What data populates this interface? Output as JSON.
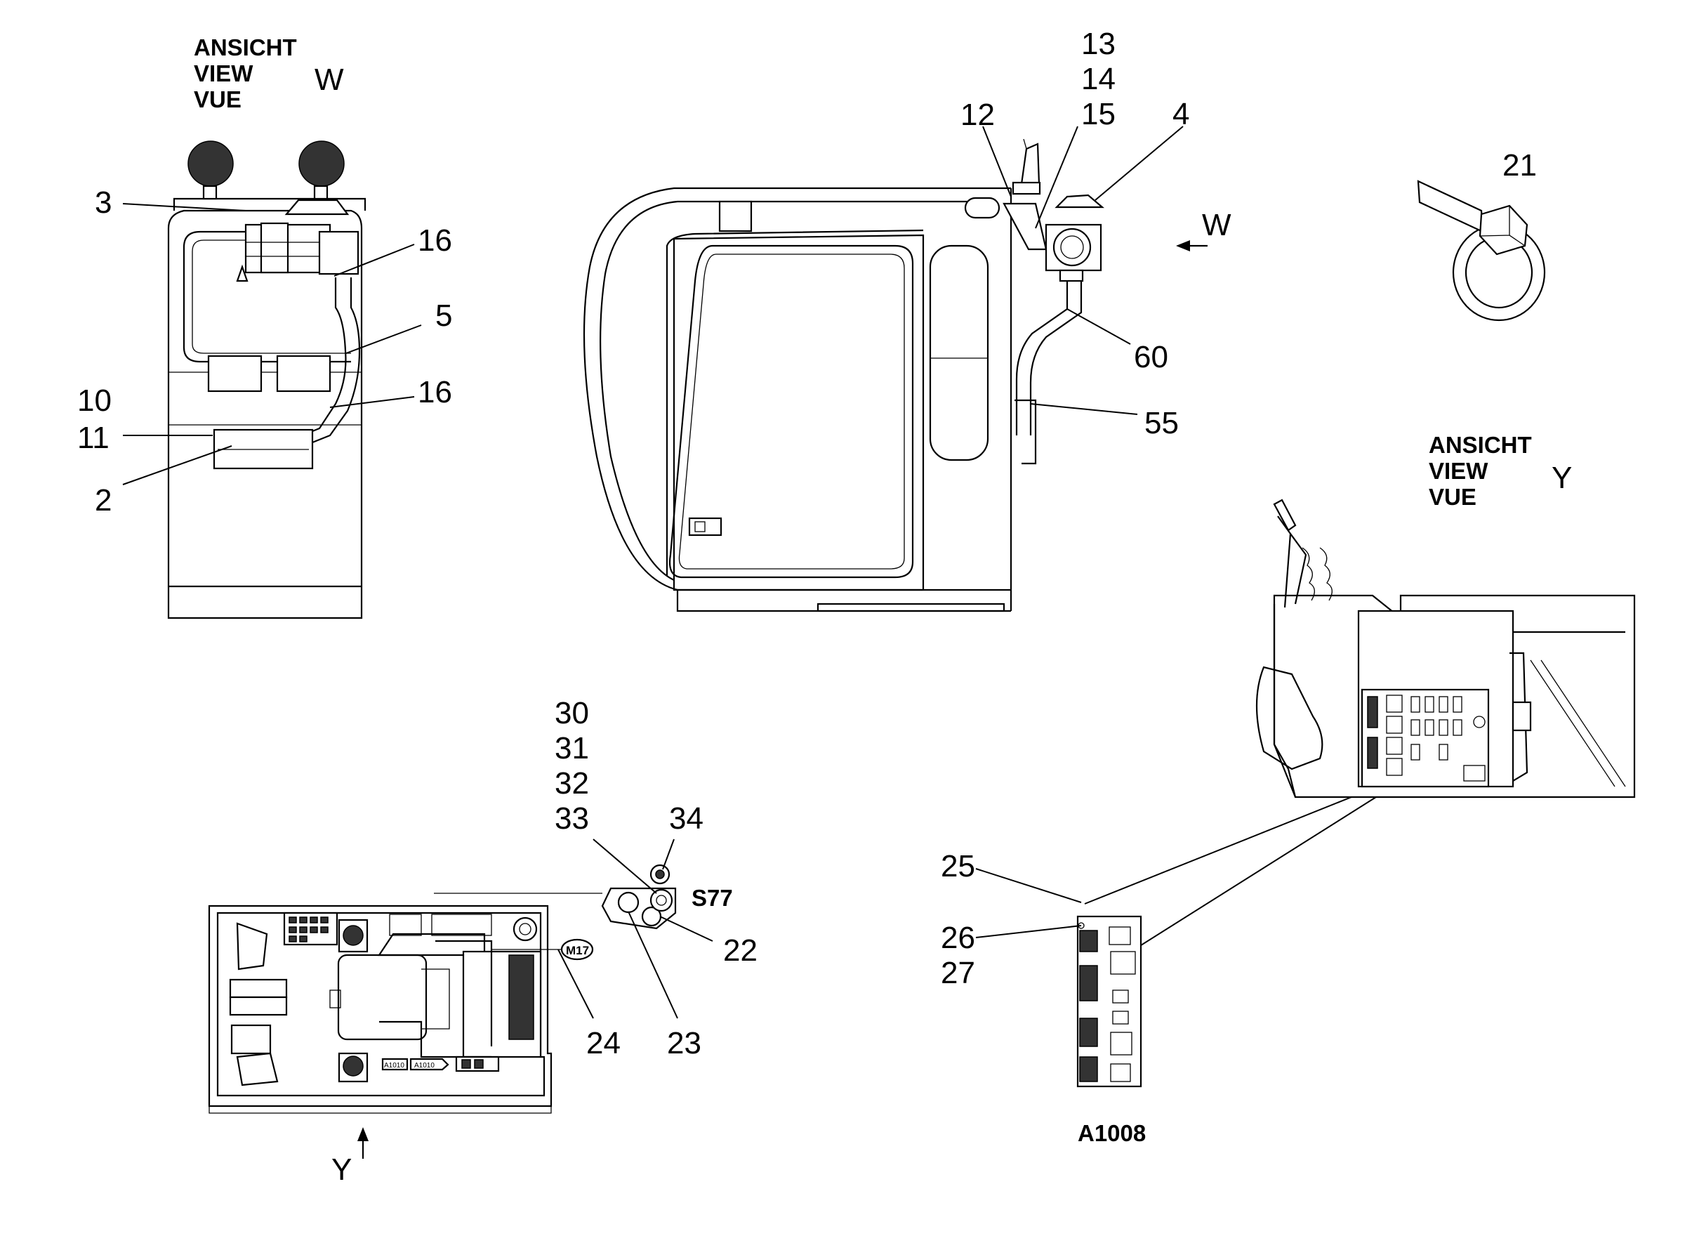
{
  "views": {
    "w": {
      "line1": "ANSICHT",
      "line2": "VIEW",
      "line3": "VUE",
      "letter": "W"
    },
    "y": {
      "line1": "ANSICHT",
      "line2": "VIEW",
      "line3": "VUE",
      "letter": "Y"
    }
  },
  "arrows": {
    "w_letter": "W",
    "y_letter": "Y"
  },
  "callouts": {
    "c2": "2",
    "c3": "3",
    "c4": "4",
    "c5": "5",
    "c10": "10",
    "c11": "11",
    "c12": "12",
    "c13": "13",
    "c14": "14",
    "c15": "15",
    "c16a": "16",
    "c16b": "16",
    "c21": "21",
    "c22": "22",
    "c23": "23",
    "c24": "24",
    "c25": "25",
    "c26": "26",
    "c27": "27",
    "c30": "30",
    "c31": "31",
    "c32": "32",
    "c33": "33",
    "c34": "34",
    "c55": "55",
    "c60": "60"
  },
  "component_labels": {
    "s77": "S77",
    "m17": "M17",
    "a1008": "A1008",
    "a1010a": "A1010",
    "a1010b": "A1010"
  }
}
